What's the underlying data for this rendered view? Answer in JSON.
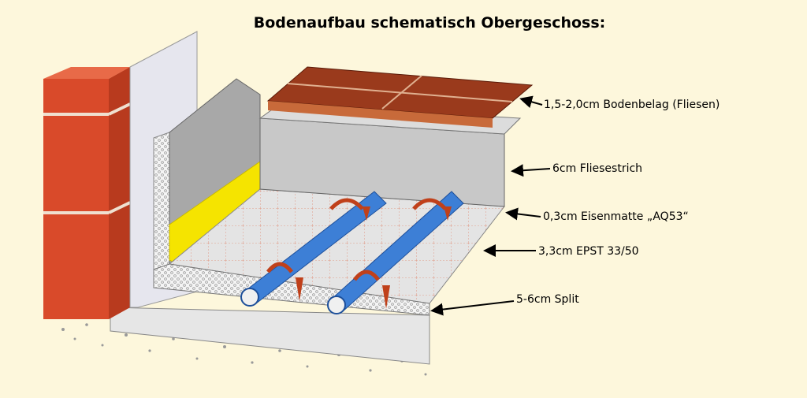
{
  "title": "Bodenaufbau schematisch Obergeschoss:",
  "labels": [
    "1,5-2,0cm Bodenbelag (Fliesen)",
    "6cm Fliesestrich",
    "0,3cm Eisenmatte „AQ53“",
    "3,3cm EPST 33/50",
    "5-6cm Split"
  ],
  "colors": {
    "background": "#fdf7dc",
    "brick": "#d94a2a",
    "tile": "#9a3a1c",
    "screed": "#c8c8c8",
    "pipe": "#3d7fd6",
    "insulation": "#e8e8e8",
    "damp_layer": "#f5e400"
  }
}
